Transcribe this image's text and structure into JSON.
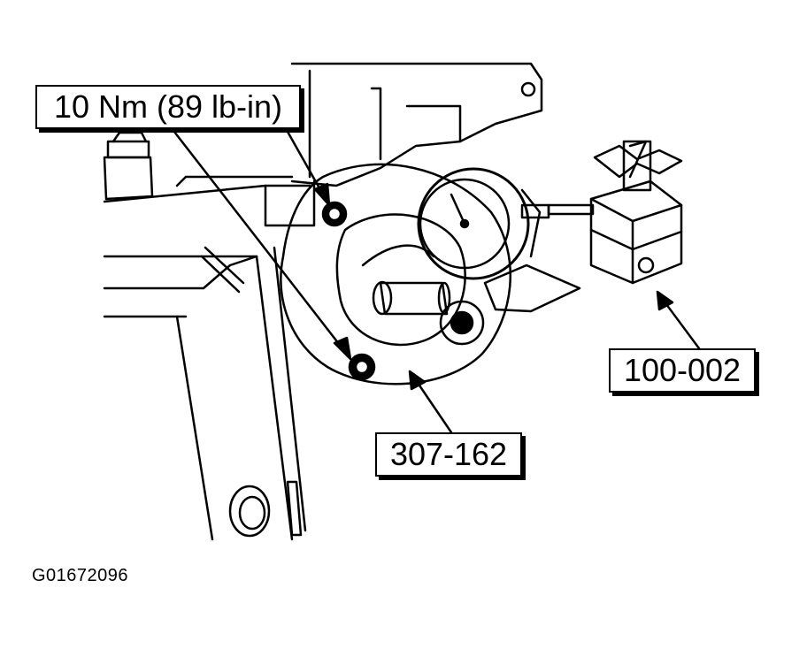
{
  "callouts": {
    "torque": "10 Nm (89 lb-in)",
    "tool_adapter": "307-162",
    "tool_magnetic_base": "100-002"
  },
  "figure_id": "G01672096",
  "colors": {
    "ink": "#000000",
    "paper": "#ffffff"
  }
}
